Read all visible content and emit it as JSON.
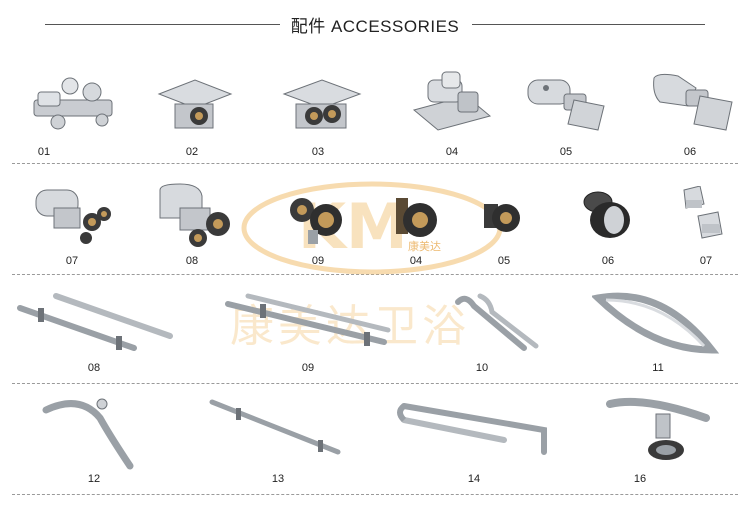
{
  "header": {
    "title": "配件 ACCESSORIES"
  },
  "watermark": {
    "logo": "KM",
    "brand_small": "康美达",
    "brand_large": "康美达卫浴"
  },
  "rows": [
    {
      "items": [
        "01",
        "02",
        "03",
        "04",
        "05",
        "06"
      ]
    },
    {
      "items": [
        "07",
        "08",
        "09",
        "04",
        "05",
        "06",
        "07"
      ]
    },
    {
      "items": [
        "08",
        "09",
        "10",
        "11"
      ]
    },
    {
      "items": [
        "12",
        "13",
        "14",
        "16"
      ]
    }
  ],
  "colors": {
    "metal": "#c9ccd1",
    "metal_dark": "#6d7278",
    "roller": "#3a3a3a",
    "brass": "#c39a5a",
    "watermark": "#f0be6e"
  }
}
